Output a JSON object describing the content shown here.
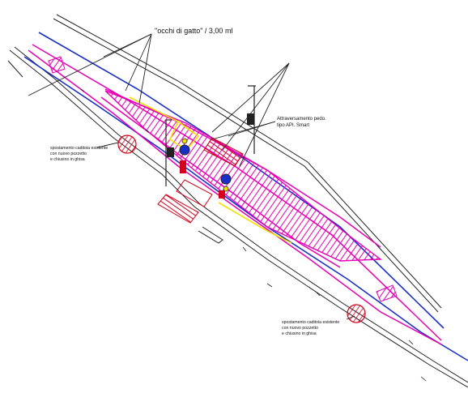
{
  "labels": {
    "cat_eyes_title": "\"occhi di gatto\" / 3,00 ml",
    "crossing_line1": "Attraversamento pedo.",
    "crossing_line2": "tipo API. Smart",
    "drain1_line1": "spostamento caditoia esistente",
    "drain1_line2": "con nuovo pozzetto",
    "drain1_line3": "e chiusino in ghisa",
    "drain2_line1": "spostamento caditoia esistente",
    "drain2_line2": "con nuovo pozzetto",
    "drain2_line3": "e chiusino in ghisa"
  },
  "colors": {
    "road_edge": "#1a2fc8",
    "median": "#e600b4",
    "hatch": "#e600b4",
    "crossing": "#d4001a",
    "yellow": "#f0e000",
    "linework": "#222222"
  },
  "icons": [
    "pedestrian-sign-icon",
    "traffic-light-icon",
    "street-lamp-icon",
    "drain-icon"
  ]
}
